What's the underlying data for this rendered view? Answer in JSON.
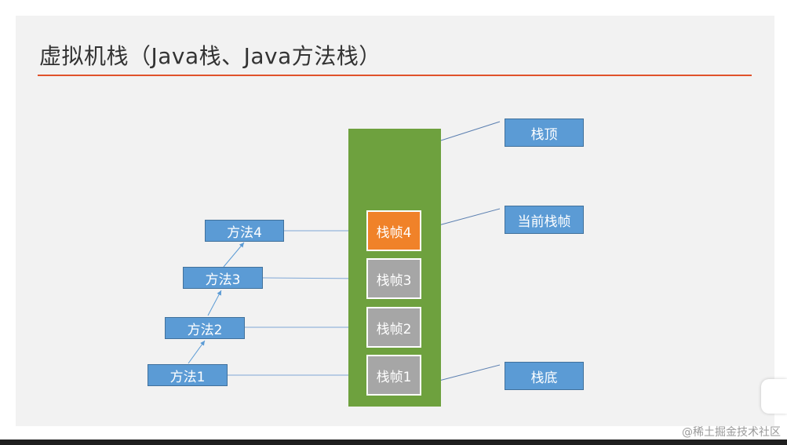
{
  "slide": {
    "title": "虚拟机栈（Java栈、Java方法栈）",
    "accent_color": "#e0522b",
    "background_color": "#f2f2f2"
  },
  "stack": {
    "color": "#6ea13e",
    "frames": [
      {
        "label": "栈帧4",
        "state": "current",
        "color": "#f08229"
      },
      {
        "label": "栈帧3",
        "state": "inactive",
        "color": "#a6a6a6"
      },
      {
        "label": "栈帧2",
        "state": "inactive",
        "color": "#a6a6a6"
      },
      {
        "label": "栈帧1",
        "state": "inactive",
        "color": "#a6a6a6"
      }
    ]
  },
  "methods": [
    {
      "label": "方法4"
    },
    {
      "label": "方法3"
    },
    {
      "label": "方法2"
    },
    {
      "label": "方法1"
    }
  ],
  "callouts": {
    "top": "栈顶",
    "current": "当前栈帧",
    "bottom": "栈底"
  },
  "box_color": "#5b9bd5",
  "watermark": "@稀土掘金技术社区"
}
